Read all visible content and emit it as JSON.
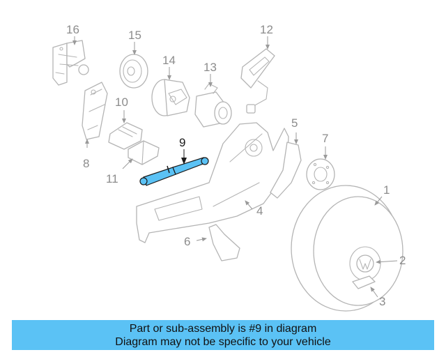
{
  "diagram": {
    "highlight_color": "#5bc2f5",
    "callouts": {
      "c1": "1",
      "c2": "2",
      "c3": "3",
      "c4": "4",
      "c5": "5",
      "c6": "6",
      "c7": "7",
      "c8": "8",
      "c9": "9",
      "c10": "10",
      "c11": "11",
      "c12": "12",
      "c13": "13",
      "c14": "14",
      "c15": "15",
      "c16": "16"
    }
  },
  "banner": {
    "line1": "Part or sub-assembly is #9 in diagram",
    "line2": "Diagram may not be specific to your vehicle",
    "background": "#5bc2f5"
  }
}
